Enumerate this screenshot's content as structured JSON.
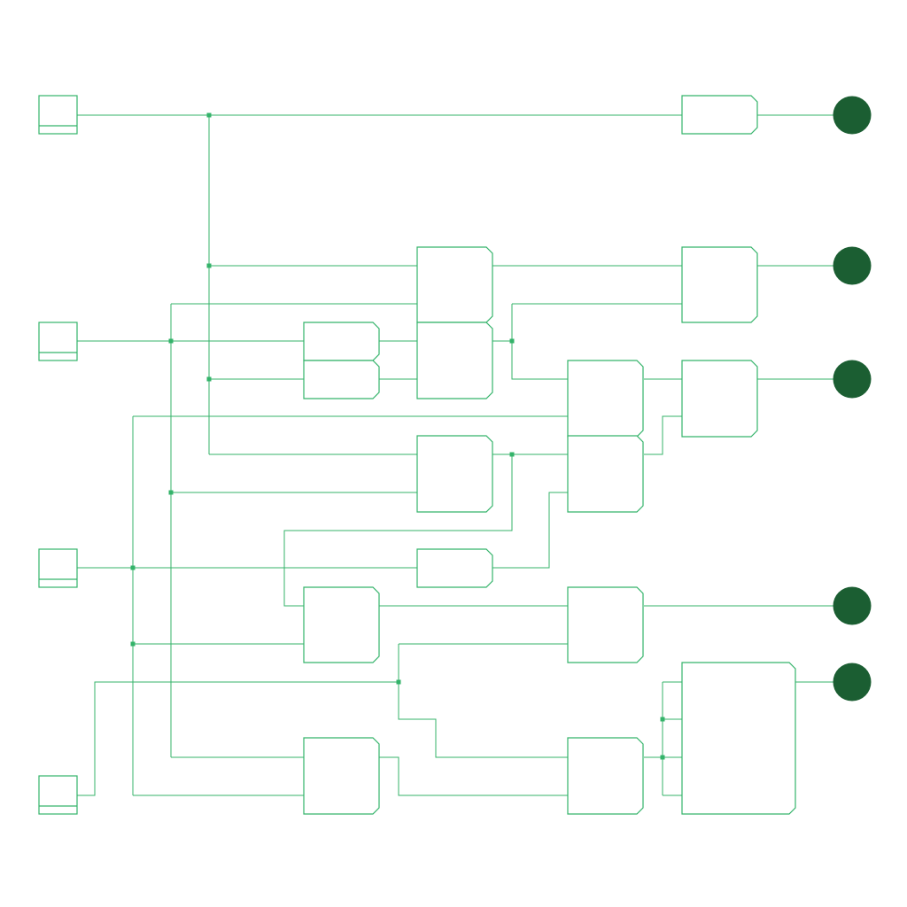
{
  "diagram": {
    "type": "logic-circuit",
    "colors": {
      "wire": "#34b36a",
      "gate_stroke": "#34b36a",
      "junction": "#34b36a",
      "output": "#1b5e32",
      "background": "#ffffff"
    },
    "inputs": [
      {
        "id": "in0"
      },
      {
        "id": "in1"
      },
      {
        "id": "in2"
      },
      {
        "id": "in3"
      }
    ],
    "outputs": [
      {
        "id": "out0"
      },
      {
        "id": "out1"
      },
      {
        "id": "out2"
      },
      {
        "id": "out3"
      },
      {
        "id": "out4"
      }
    ],
    "gates": [
      {
        "id": "g-a"
      },
      {
        "id": "g-b"
      },
      {
        "id": "g-c"
      },
      {
        "id": "g-d"
      },
      {
        "id": "g-e"
      },
      {
        "id": "g-f"
      },
      {
        "id": "g-g"
      },
      {
        "id": "g-h"
      },
      {
        "id": "g-i"
      },
      {
        "id": "g-j"
      },
      {
        "id": "g-k"
      },
      {
        "id": "g-l"
      },
      {
        "id": "g-m"
      },
      {
        "id": "g-n"
      },
      {
        "id": "g-o"
      },
      {
        "id": "g-p"
      }
    ]
  }
}
